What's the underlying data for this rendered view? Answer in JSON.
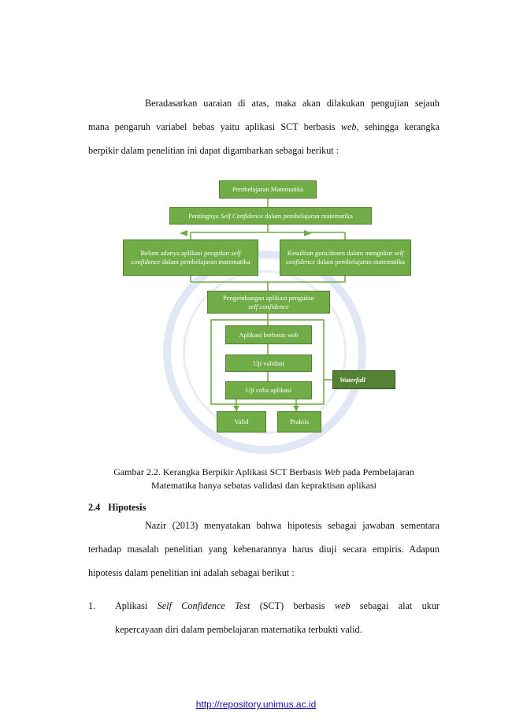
{
  "intro": {
    "line1": "Beradasarkan uaraian di atas, maka akan dilakukan pengujian sejauh",
    "line2a": "mana pengaruh variabel bebas yaitu aplikasi SCT berbasis ",
    "line2b": "web",
    "line2c": ", sehingga kerangka",
    "line3": "berpikir dalam penelitian ini dapat digambarkan sebagai berikut :"
  },
  "diagram": {
    "box_top": "Pembelajaran Matematika",
    "box_two_a": "Pentingnya ",
    "box_two_b": "Self Confidence",
    "box_two_c": " dalam pembelajaran matematika",
    "box_left_a": "Belum adanya aplikasi pengukur ",
    "box_left_b": "self confidence",
    "box_left_c": " dalam pembelajaran matematika",
    "box_right_a": "Kesulitan guru/dosen dalam mengukur ",
    "box_right_b": "self confidence",
    "box_right_c": " dalam pembelajaran matematika",
    "box_dev_a": "Pengembangan aplikasi pengukur",
    "box_dev_b": "self confidence",
    "box_web_a": "Aplikasi berbasis ",
    "box_web_b": "web",
    "box_validasi": "Uji validasi",
    "box_coba": "Uji coba aplikasi",
    "box_waterfall": "Waterfall",
    "box_valid": "Valid",
    "box_praktis": "Praktis"
  },
  "caption": {
    "line1a": "Gambar 2.2. Kerangka Berpikir Aplikasi SCT Berbasis ",
    "line1b": "Web",
    "line1c": " pada Pembelajaran",
    "line2": "Matematika hanya sebatas validasi dan kepraktisan aplikasi"
  },
  "section": {
    "number": "2.4",
    "title": "Hipotesis"
  },
  "hypo_para": {
    "line1": "Nazir (2013) menyatakan bahwa hipotesis sebagai jawaban sementara",
    "line2": "terhadap masalah penelitian yang kebenarannya harus diuji secara empiris. Adapun",
    "line3": "hipotesis dalam penelitian ini adalah sebagai berikut :"
  },
  "list": {
    "num": "1.",
    "a": "Aplikasi ",
    "b": "Self Confidence Test",
    "c": " (SCT) berbasis ",
    "d": "web",
    "e": " sebagai alat ukur",
    "line2": "kepercayaan diri dalam pembelajaran matematika terbukti valid."
  },
  "footer": {
    "url": "http://repository.unimus.ac.id"
  },
  "colors": {
    "box_fill": "#70ad47",
    "box_border": "#507e32",
    "dark_fill": "#548235",
    "line": "#70ad47"
  }
}
